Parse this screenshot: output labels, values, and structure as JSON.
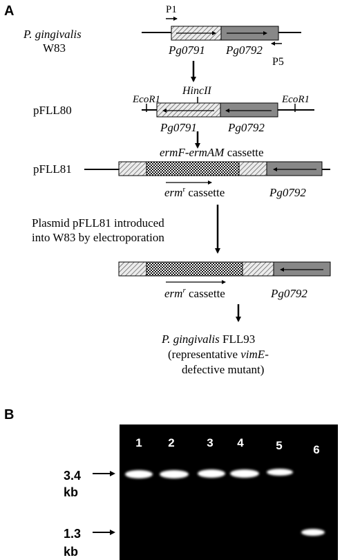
{
  "panel_a": {
    "label": "A",
    "primer_p1": "P1",
    "primer_p5": "P5",
    "organism_genus": "P. gingivalis",
    "strain_w83": "W83",
    "gene_0791": "Pg0791",
    "gene_0792": "Pg0792",
    "plasmid_1": "pFLL80",
    "plasmid_2": "pFLL81",
    "enzyme_ecor1": "EcoR1",
    "enzyme_hincii": "HincII",
    "cassette_title_a": "ermF-ermAM",
    "cassette_title_b": " cassette",
    "erm_gene": "erm",
    "erm_superscript": "r",
    "erm_cassette_word": " cassette",
    "electroporation_line1": "Plasmid pFLL81 introduced",
    "electroporation_line2": "into W83 by electroporation",
    "mutant_genus": "P. gingivalis",
    "mutant_strain": " FLL93",
    "mutant_line2_a": "(representative ",
    "mutant_line2_b": "vimE",
    "mutant_line2_c": "-",
    "mutant_line3": "defective mutant)"
  },
  "panel_b": {
    "label": "B",
    "lanes": [
      "1",
      "2",
      "3",
      "4",
      "5",
      "6"
    ],
    "marker_upper_value": "3.4",
    "marker_upper_unit": "kb",
    "marker_lower_value": "1.3",
    "marker_lower_unit": "kb",
    "band_sizes_kb": [
      3.4,
      3.4,
      3.4,
      3.4,
      3.4,
      1.3
    ]
  },
  "colors": {
    "gel_background": "#000000",
    "band": "#ffffff",
    "gene_0792_fill": "#888888",
    "gene_0791_fill": "#e8e8e8",
    "line": "#000000"
  }
}
